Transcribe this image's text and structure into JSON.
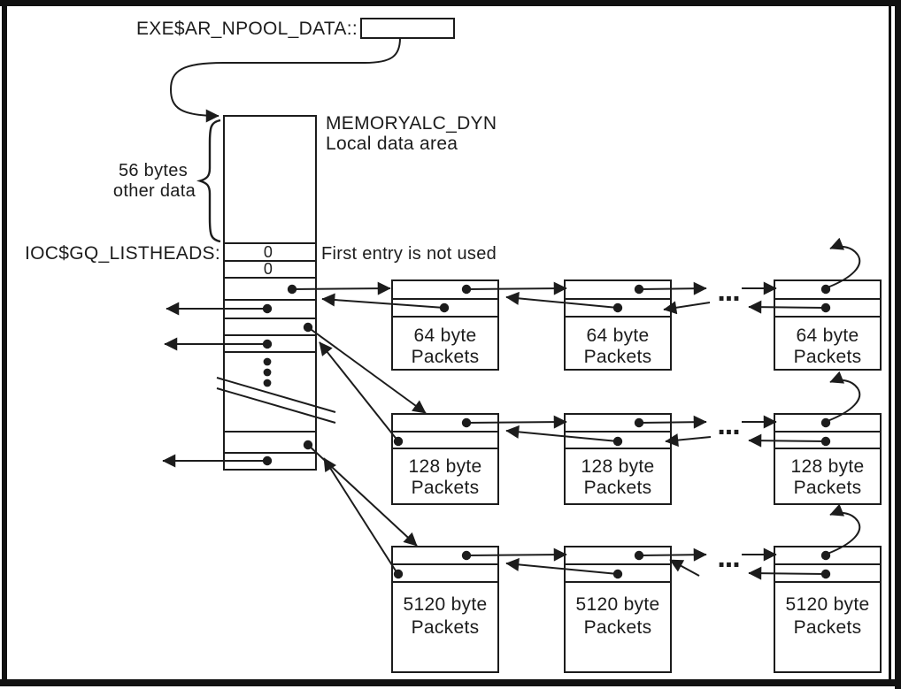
{
  "diagram": {
    "pointer_label": "EXE$AR_NPOOL_DATA::",
    "memory_block_title": "MEMORYALC_DYN",
    "memory_block_subtitle": "Local data area",
    "brace_label_line1": "56 bytes",
    "brace_label_line2": "other data",
    "listheads_label": "IOC$GQ_LISTHEADS:",
    "first_entry_note": "First entry is not used",
    "zero_entries": [
      "0",
      "0"
    ],
    "ellipsis": "...",
    "packet_rows": [
      {
        "label_line1": "64 byte",
        "label_line2": "Packets"
      },
      {
        "label_line1": "128 byte",
        "label_line2": "Packets"
      },
      {
        "label_line1": "5120 byte",
        "label_line2": "Packets"
      }
    ],
    "colors": {
      "ink": "#1c1c1c",
      "paper": "#ffffff"
    }
  }
}
